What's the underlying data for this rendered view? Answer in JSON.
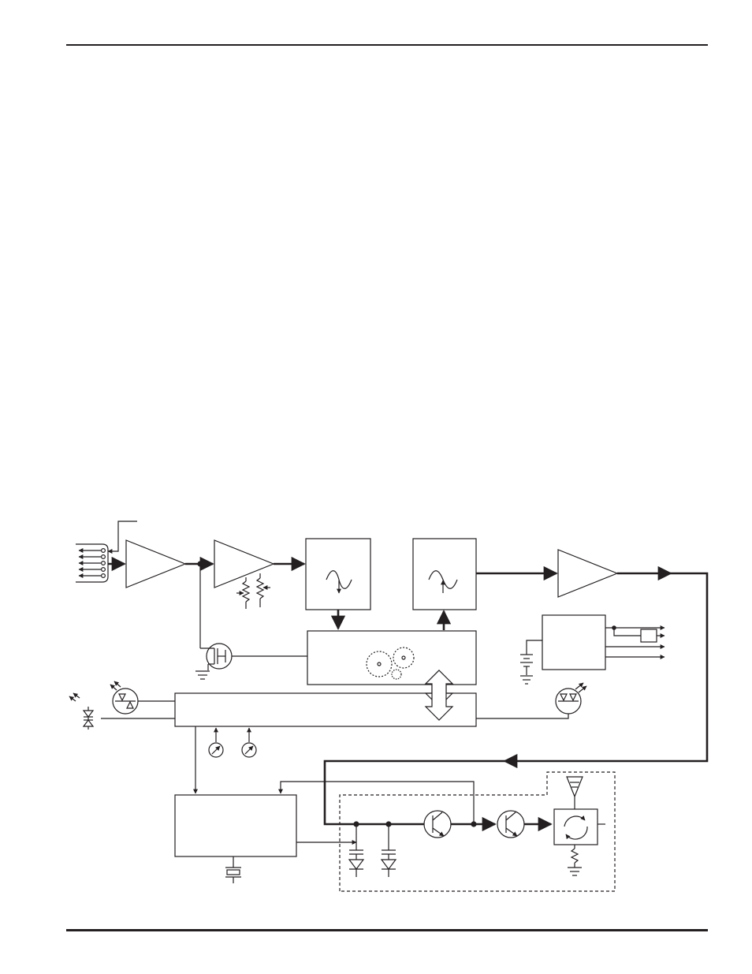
{
  "page": {
    "line_color": "#231f20",
    "background": "#ffffff"
  },
  "diagram": {
    "blocks": [
      "microphone-array",
      "preamplifier",
      "gain-amplifier",
      "analog-to-digital-converter",
      "digital-to-analog-converter",
      "output-amplifier",
      "digital-signal-processor",
      "battery-power-supply",
      "control-bus",
      "frequency-synthesizer",
      "rf-transmitter-section",
      "antenna",
      "circulator"
    ],
    "icons": [
      "microphone-icon",
      "triangle-amplifier-icon",
      "variable-resistor-icon",
      "sine-wave-icon",
      "gear-icon",
      "double-arrow-icon",
      "led-icon",
      "bidirectional-switch-icon",
      "meter-icon",
      "crystal-icon",
      "varactor-icon",
      "transistor-icon",
      "antenna-icon",
      "ground-icon",
      "battery-icon",
      "fet-icon"
    ]
  }
}
